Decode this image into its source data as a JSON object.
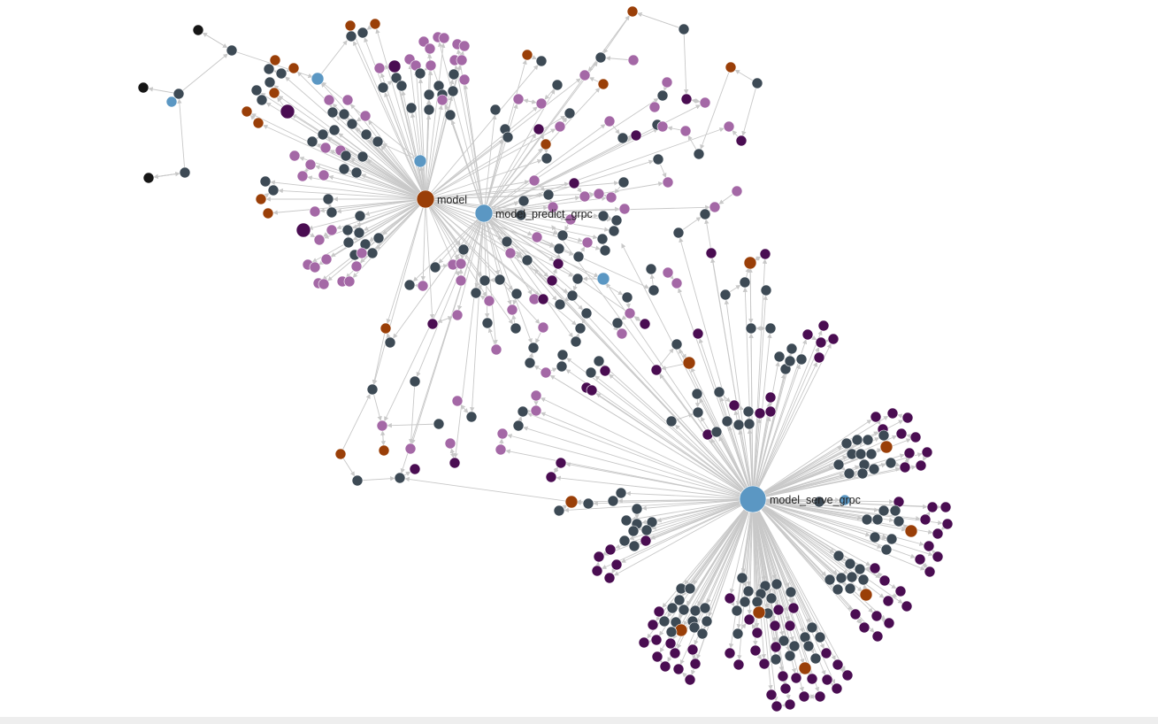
{
  "palette": {
    "dark-slate": "#3d4a55",
    "purple": "#4a0d52",
    "light-purple": "#a468a6",
    "orange": "#9a3f08",
    "blue": "#5b97c3",
    "black": "#161616",
    "edge": "#c8c8c8"
  },
  "labels": {
    "model": "model",
    "model_predict_grpc": "model_predict_grpc",
    "model_serve_grpc": "model_serve_grpc"
  },
  "hubs": [
    "model",
    "model_predict_grpc",
    "model_serve_grpc"
  ]
}
